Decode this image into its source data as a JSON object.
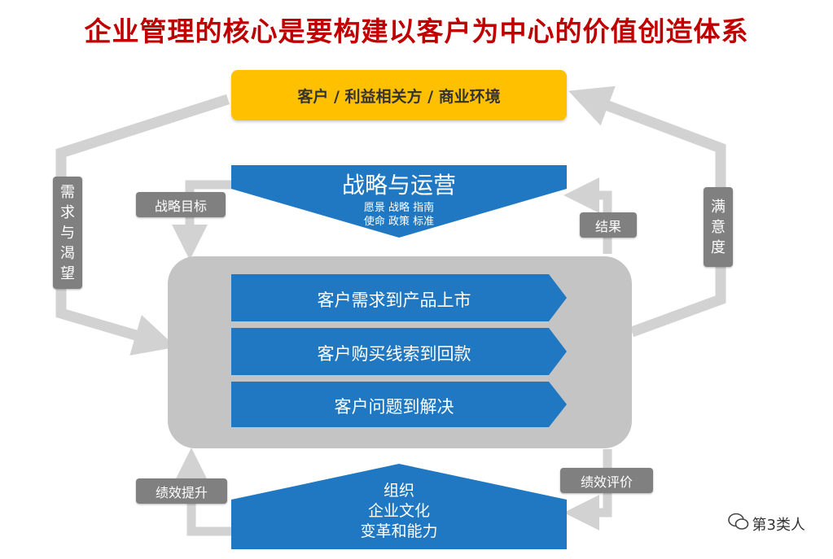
{
  "title": "企业管理的核心是要构建以客户为中心的价值创造体系",
  "top_box": "客户 / 利益相关方 / 商业环境",
  "strategy": {
    "title": "战略与运营",
    "line1": "愿景  战略  指南",
    "line2": "使命  政策  标准"
  },
  "processes": [
    "客户需求到产品上市",
    "客户购买线索到回款",
    "客户问题到解决"
  ],
  "org": [
    "组织",
    "企业文化",
    "变革和能力"
  ],
  "tags": {
    "demand": [
      "需",
      "求",
      "与",
      "渴",
      "望"
    ],
    "satisfaction": [
      "满",
      "意",
      "度"
    ],
    "strategic_goal": "战略目标",
    "result": "结果",
    "perf_improve": "绩效提升",
    "perf_eval": "绩效评价"
  },
  "watermark": "第3类人",
  "colors": {
    "title": "#c00000",
    "top_box": "#ffc000",
    "blue": "#1f78c1",
    "tag": "#808080",
    "panel": "#c4c4c4",
    "arrow": "#d2d2d2"
  }
}
